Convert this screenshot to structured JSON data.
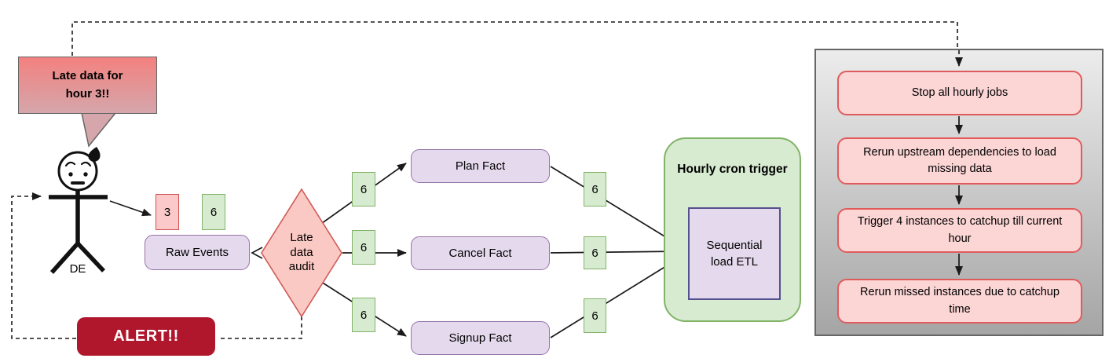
{
  "colors": {
    "text": "#000000",
    "line": "#1a1a1a",
    "bubble-top": "#f3817f",
    "bubble-bottom": "#d5a6ab",
    "bubble-stroke": "#666666",
    "pink-fill": "#fbc9c4",
    "pink-stroke": "#cf5b56",
    "red-badge-fill": "#fbc9c9",
    "red-badge-stroke": "#d05050",
    "green-fill": "#d7ebd1",
    "green-stroke": "#82b366",
    "purple-fill": "#e5daed",
    "purple-stroke": "#9673a6",
    "etl-stroke": "#55508e",
    "alert-fill": "#b0172d",
    "alert-text": "#ffffff",
    "step-fill": "#fcd5d5",
    "step-stroke": "#e05c5c",
    "panel-top": "#ececec",
    "panel-bottom": "#a5a5a5",
    "panel-stroke": "#666666"
  },
  "bubble": {
    "text": "Late data for\nhour 3!!"
  },
  "engineer": {
    "label": "DE"
  },
  "badges": {
    "late_hour": "3",
    "current_hour": "6"
  },
  "pipeline": {
    "raw_events": "Raw Events",
    "audit": "Late\ndata\naudit",
    "facts": [
      "Plan Fact",
      "Cancel Fact",
      "Signup Fact"
    ],
    "cron_title": "Hourly cron trigger",
    "etl": "Sequential\nload ETL"
  },
  "alert": {
    "label": "ALERT!!"
  },
  "recovery": {
    "steps": [
      "Stop all hourly jobs",
      "Rerun upstream dependencies to load missing data",
      "Trigger 4 instances to catchup till current hour",
      "Rerun missed instances due to catchup time"
    ]
  }
}
